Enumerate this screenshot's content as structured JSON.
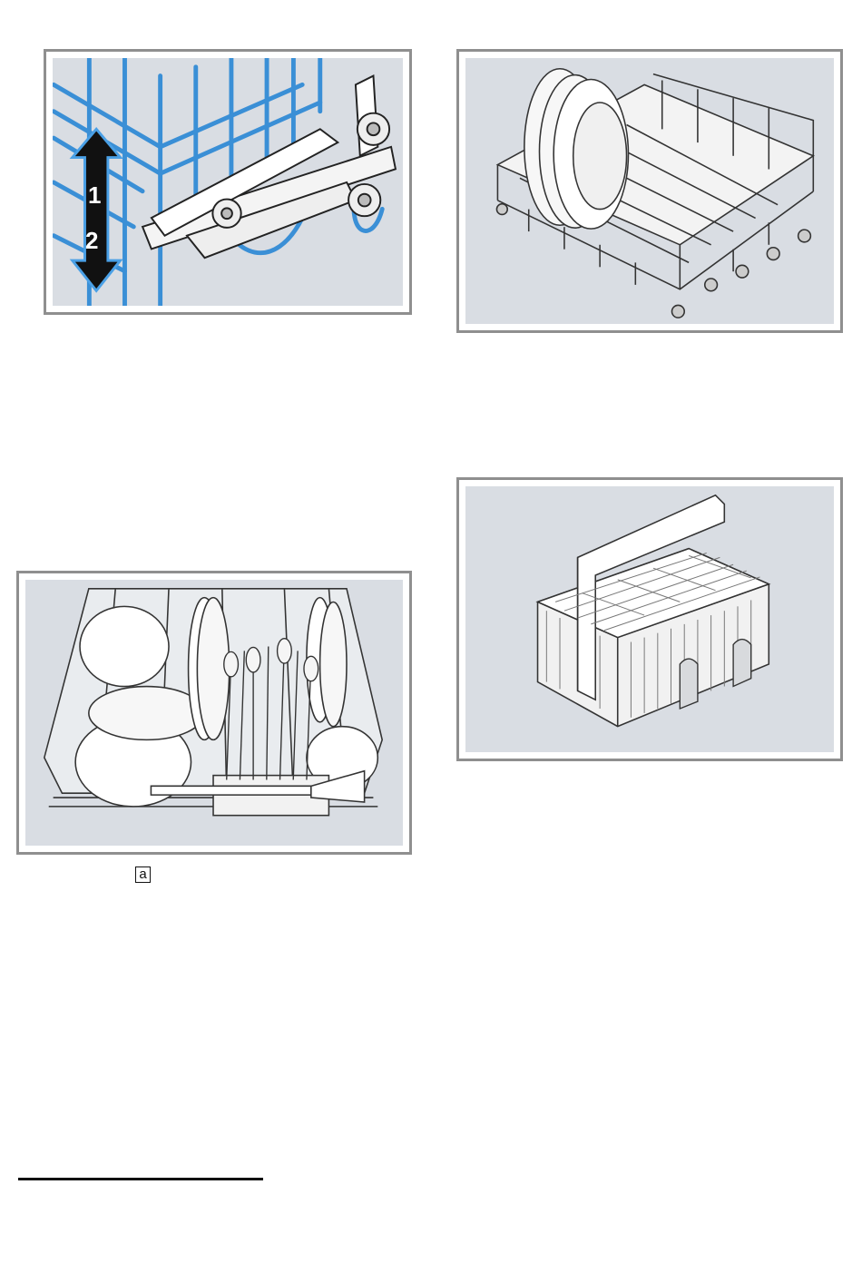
{
  "figures": {
    "rack_height_adjust": {
      "arrow_up_label": "1",
      "arrow_down_label": "2"
    },
    "loaded_lower_basket": {
      "callout_label": "a"
    }
  },
  "colors": {
    "wire_blue": "#3a8fd6",
    "panel_bg": "#d9dde3",
    "frame": "#8f8f8f"
  }
}
